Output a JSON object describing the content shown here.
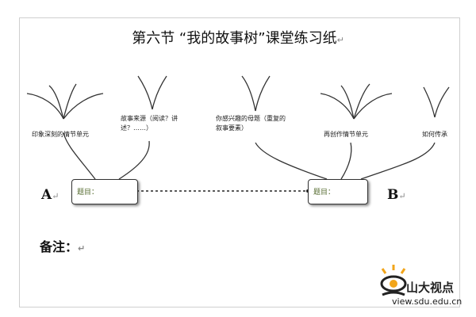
{
  "title": "第六节 “我的故事树”课堂练习纸",
  "para_mark": "↵",
  "branches": {
    "memorable": "印象深刻的情节单元",
    "source": "故事来源（阅读？讲述？……）",
    "interest": "你感兴趣的母题（重复的叙事要素）",
    "recreate": "再创作情节单元",
    "spread": "如何传承"
  },
  "box_left": {
    "label": "题目："
  },
  "box_right": {
    "label": "题目："
  },
  "side_left": "A",
  "side_right": "B",
  "note": "备注：",
  "logo": {
    "name": "山大视点",
    "url": "view.sdu.edu.cn",
    "icon": "eye-icon",
    "accent": "#f2a51a"
  }
}
